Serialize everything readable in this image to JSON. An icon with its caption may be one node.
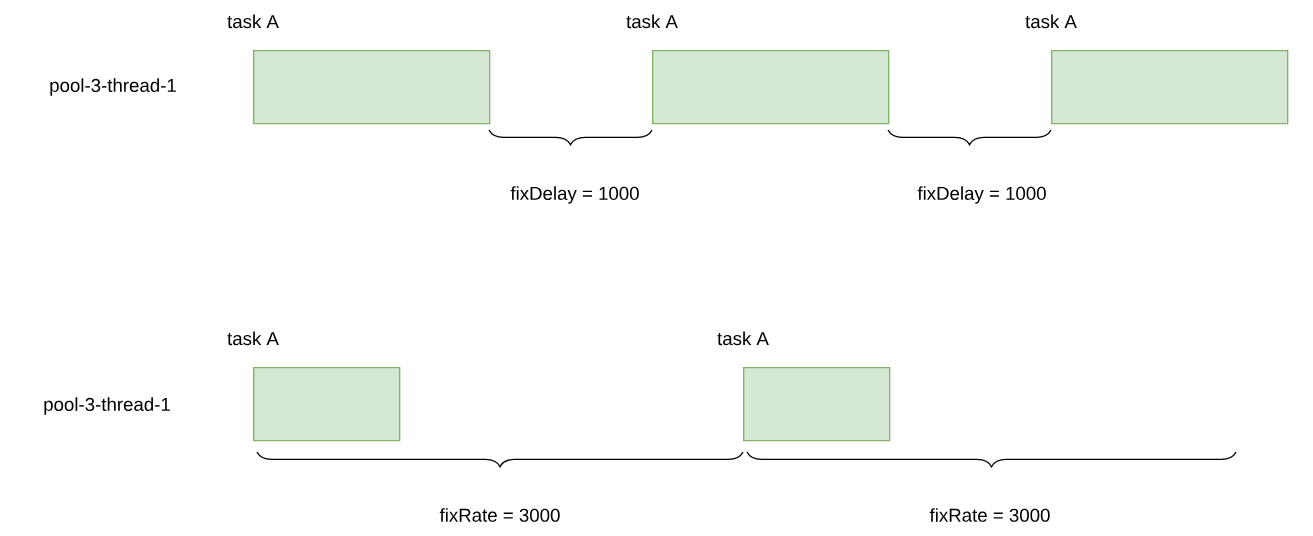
{
  "diagram": {
    "nodes": [
      {
        "text": [
          "task A"
        ]
      },
      {
        "text": [
          "task A"
        ]
      },
      {
        "text": [
          "task A"
        ]
      },
      {
        "text": [
          "task A"
        ]
      },
      {
        "text": [
          "task A"
        ]
      }
    ],
    "labels": [
      "pool-3-thread-1",
      "fixDelay = 1000",
      "fixDelay = 1000",
      "pool-3-thread-1",
      "fixRate = 3000",
      "fixRate = 3000"
    ]
  }
}
